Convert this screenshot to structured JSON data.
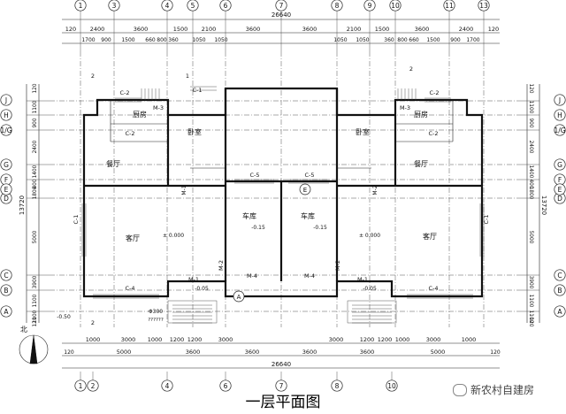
{
  "title": "一层平面图",
  "watermark": "新农村自建房",
  "north_label": "北",
  "axes_top": [
    "1",
    "3",
    "4",
    "5",
    "6",
    "7",
    "8",
    "9",
    "10",
    "11",
    "13"
  ],
  "axes_bottom": [
    "1",
    "2",
    "4",
    "6",
    "7",
    "8",
    "10"
  ],
  "axes_side": [
    "J",
    "H",
    "1/G",
    "G",
    "F",
    "E",
    "D",
    "C",
    "B",
    "A"
  ],
  "overall_dim": "26640",
  "top_dims_row1": [
    "120",
    "2400",
    "3600",
    "1500",
    "2100",
    "3600",
    "3600",
    "2100",
    "1500",
    "3600",
    "2400",
    "120"
  ],
  "top_dims_row2": [
    "1700",
    "900",
    "1500",
    "660",
    "800",
    "360",
    "1050",
    "1050",
    "1050",
    "1050",
    "360",
    "800",
    "660",
    "1500",
    "900",
    "1700"
  ],
  "bottom_dims_row1": [
    "1000",
    "3000",
    "1000",
    "1200",
    "1200",
    "3000",
    "3000",
    "1200",
    "1200",
    "1000",
    "3000",
    "1000"
  ],
  "bottom_dims_row2": [
    "5000",
    "3600",
    "3600",
    "3600",
    "3600",
    "5000"
  ],
  "side_total": "13720",
  "left_dims": [
    "120",
    "1100",
    "900",
    "2400",
    "1400",
    "400",
    "1800",
    "5000",
    "3900",
    "1100",
    "1100",
    "120"
  ],
  "room_labels": {
    "kitchen_l": "厨房",
    "bedroom_l": "卧室",
    "dining_l": "餐厅",
    "living_l": "客厅",
    "garage_l": "车库",
    "garage_r": "车库",
    "kitchen_r": "厨房",
    "bedroom_r": "卧室",
    "dining_r": "餐厅",
    "living_r": "客厅"
  },
  "tags": {
    "c1": "C-1",
    "c2": "C-2",
    "c4": "C-4",
    "c5": "C-5",
    "m1": "M-1",
    "m2": "M-2",
    "m3": "M-3",
    "m4": "M-4",
    "elev_living": "± 0.000",
    "elev_garage": "-0.15",
    "elev_porch": "-0.05",
    "elev_ground": "-0.50",
    "pipe": "Φ300",
    "label_a": "A",
    "label_e": "E",
    "seq": "??????",
    "num2": "2",
    "num1": "1"
  }
}
